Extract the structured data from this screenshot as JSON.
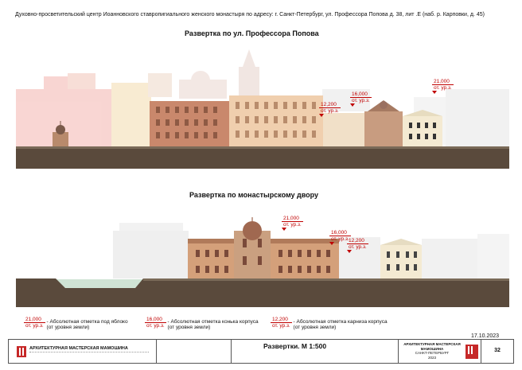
{
  "header": {
    "title": "Духовно-просветительский центр Иоанновского ставропигиального женского монастыря по адресу: г. Санкт-Петербург, ул. Профессора Попова д. 38, лит .Е (наб. р. Карповки, д. 45)"
  },
  "sections": [
    {
      "title": "Развертка по ул. Профессора Попова"
    },
    {
      "title": "Развертка по монастырскому двору"
    }
  ],
  "top_marks": [
    {
      "value": "21,000",
      "unit": "от. ур.з."
    },
    {
      "value": "16,000",
      "unit": "от. ур.з."
    },
    {
      "value": "12,200",
      "unit": "от. ур.з."
    }
  ],
  "bottom_marks": [
    {
      "value": "21,000",
      "unit": "от. ур.з."
    },
    {
      "value": "16,000",
      "unit": "от. ур.з."
    },
    {
      "value": "12,200",
      "unit": "от. ур.з."
    }
  ],
  "legend": [
    {
      "value": "21,000",
      "unit": "от. ур.з.",
      "text1": "- Абсолютная отметка под яблоко",
      "text2": "(от уровня земли)"
    },
    {
      "value": "16,000",
      "unit": "от. ур.з.",
      "text1": "- Абсолютная отметка конька корпуса",
      "text2": "(от уровня земли)"
    },
    {
      "value": "12,200",
      "unit": "от. ур.з.",
      "text1": "- Абсолютная отметка карниза корпуса",
      "text2": "(от уровня земли)"
    }
  ],
  "date": "17.10.2023",
  "stamp": {
    "firm_name": "АРХИТЕКТУРНАЯ МАСТЕРСКАЯ МАМОШИНА",
    "drawing_title": "Развертки. М 1:500",
    "firm_right_1": "АРХИТЕКТУРНАЯ МАСТЕРСКАЯ",
    "firm_right_2": "МАМОШИНА",
    "city": "САНКТ-ПЕТЕРБУРГ",
    "year": "2023",
    "sheet_no": "32"
  },
  "colors": {
    "accent_red": "#c00000",
    "ground": "#5a4a3c",
    "brick": "#d4a07a",
    "ghost": "#e3e3e3"
  }
}
